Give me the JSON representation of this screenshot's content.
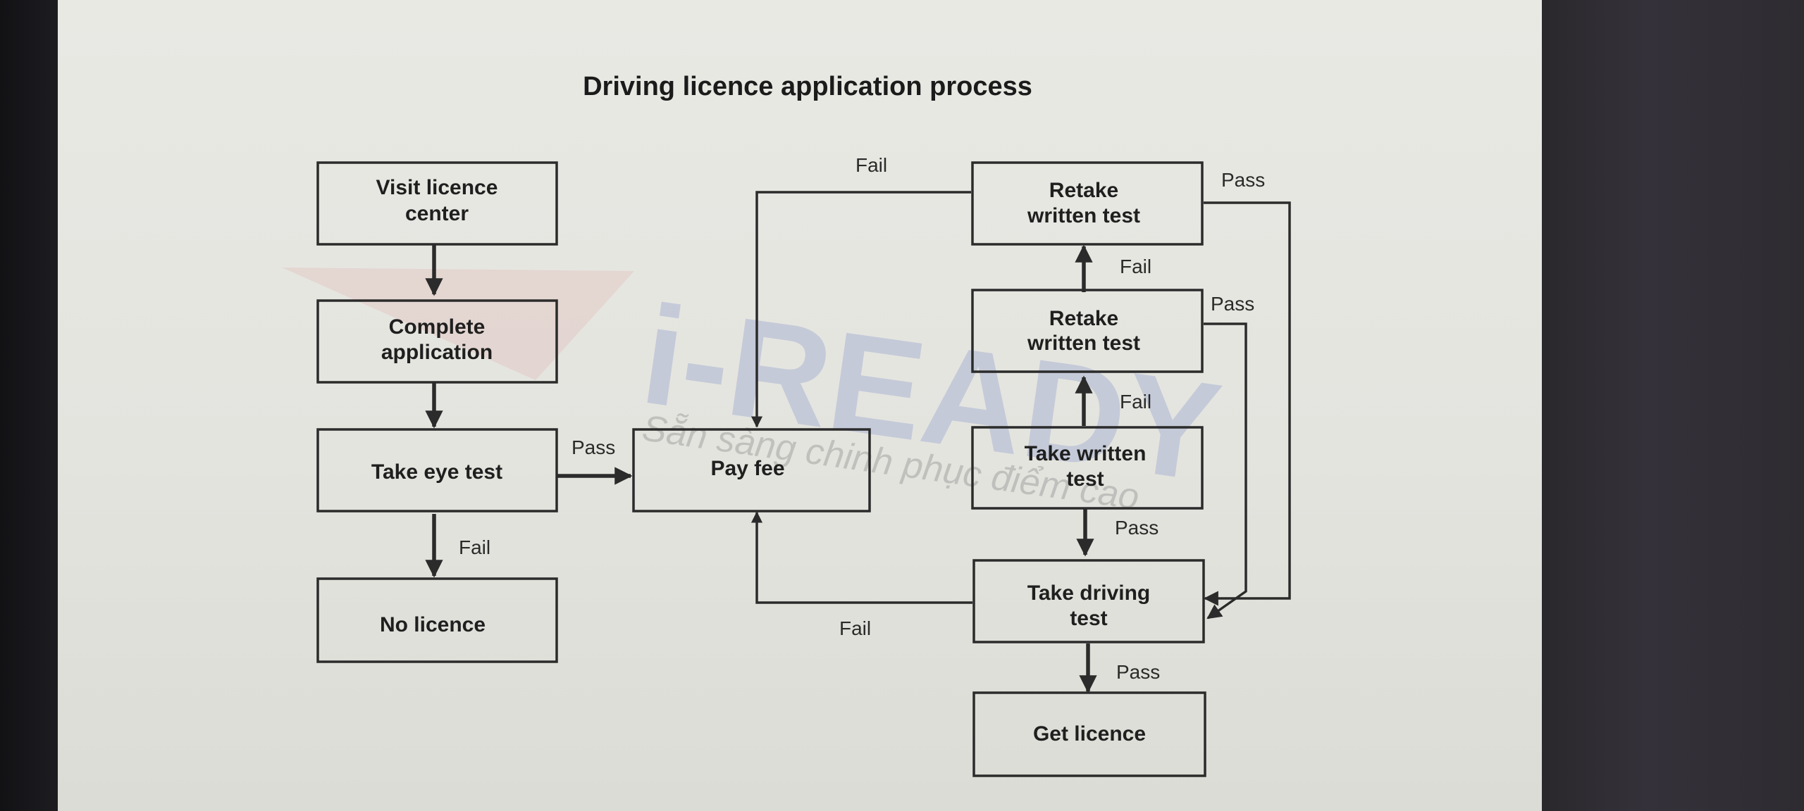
{
  "title": "Driving licence application process",
  "nodes": {
    "visit": [
      "Visit licence",
      "center"
    ],
    "complete": [
      "Complete",
      "application"
    ],
    "eye": [
      "Take eye test"
    ],
    "no_licence": [
      "No licence"
    ],
    "pay": [
      "Pay fee"
    ],
    "retake1": [
      "Retake",
      "written test"
    ],
    "retake2": [
      "Retake",
      "written test"
    ],
    "written": [
      "Take written",
      "test"
    ],
    "driving": [
      "Take driving",
      "test"
    ],
    "get": [
      "Get licence"
    ]
  },
  "edges": {
    "eye_pass": "Pass",
    "eye_fail": "Fail",
    "written_pass": "Pass",
    "written_fail": "Fail",
    "retake2_fail": "Fail",
    "retake2_pass": "Pass",
    "retake1_pass": "Pass",
    "retake1_fail": "Fail",
    "driving_fail": "Fail",
    "driving_pass": "Pass"
  },
  "watermark": {
    "brand": "i-READY",
    "tagline": "Sẵn sàng chinh phục điểm cao"
  }
}
